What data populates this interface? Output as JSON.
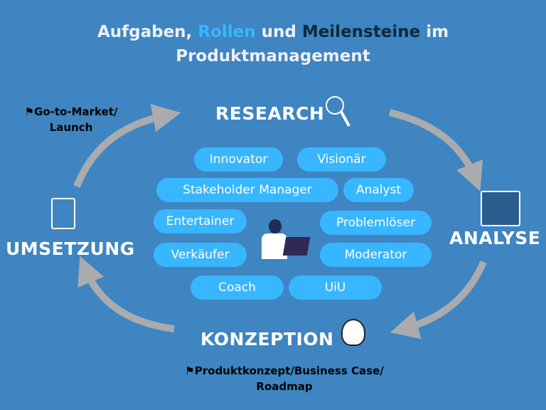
{
  "title": {
    "part1": "Aufgaben, ",
    "part2": "Rollen",
    "part3": " und ",
    "part4": "Meilensteine",
    "part5": " im",
    "line2": "Produktmanagement"
  },
  "stages": {
    "research": "RESEARCH",
    "analyse": "ANALYSE",
    "konzeption": "KONZEPTION",
    "umsetzung": "UMSETZUNG"
  },
  "milestones": {
    "launch_line1": "Go-to-Market/",
    "launch_line2": "Launch",
    "concept_line1": "Produktkonzept/Business Case/",
    "concept_line2": "Roadmap"
  },
  "roles": [
    "Innovator",
    "Visionär",
    "Stakeholder Manager",
    "Analyst",
    "Entertainer",
    "Problemlöser",
    "Verkäufer",
    "Moderator",
    "Coach",
    "UiU"
  ],
  "colors": {
    "background": "#3e85c1",
    "pill": "#38b6ff",
    "arrow": "#a9abae"
  }
}
